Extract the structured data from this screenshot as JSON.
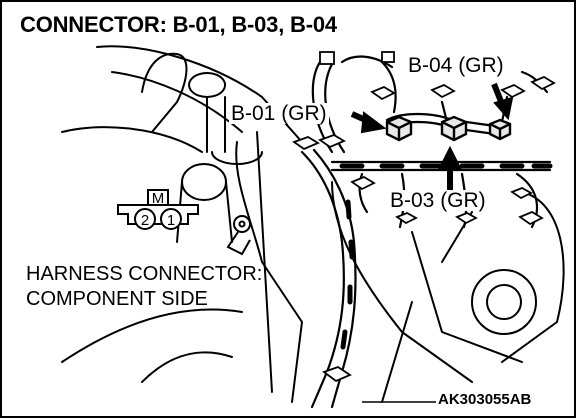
{
  "title": "CONNECTOR: B-01, B-03, B-04",
  "connectors": [
    {
      "id": "b04",
      "label": "B-04 (GR)"
    },
    {
      "id": "b01",
      "label": "B-01 (GR)"
    },
    {
      "id": "b03",
      "label": "B-03 (GR)"
    }
  ],
  "harness_label": {
    "line1": "HARNESS CONNECTOR:",
    "line2": "COMPONENT SIDE"
  },
  "connector_face": {
    "tab": "M",
    "pins": [
      "2",
      "1"
    ]
  },
  "figure_code": "AK303055AB",
  "colors": {
    "ink": "#000000",
    "paper": "#ffffff",
    "shade": "#e8e8e8"
  }
}
